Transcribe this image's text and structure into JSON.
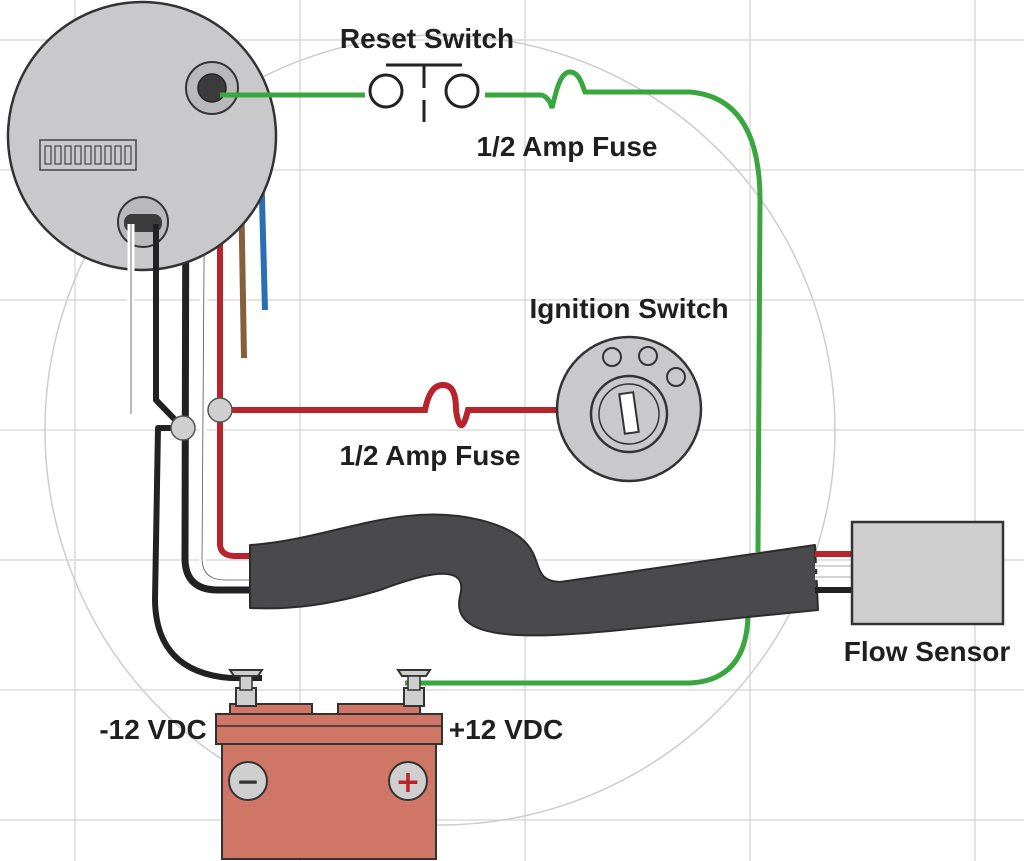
{
  "labels": {
    "reset_switch": "Reset Switch",
    "fuse_top": "1/2 Amp Fuse",
    "ignition_switch": "Ignition Switch",
    "fuse_middle": "1/2 Amp Fuse",
    "flow_sensor": "Flow Sensor",
    "neg_terminal": "-12 VDC",
    "pos_terminal": "+12 VDC"
  },
  "battery": {
    "minus": "−",
    "plus": "+"
  },
  "wires": {
    "green": "#3aa640",
    "red": "#b8232c",
    "black": "#222222",
    "white": "#ffffff",
    "brown": "#86603a",
    "blue": "#2a6fb5"
  },
  "colors": {
    "gauge_face": "#c9c9cb",
    "hose": "#4a4a4c",
    "battery_body": "#cf7666",
    "sensor_body": "#cfcfd0",
    "grid": "#cfcfcf"
  }
}
